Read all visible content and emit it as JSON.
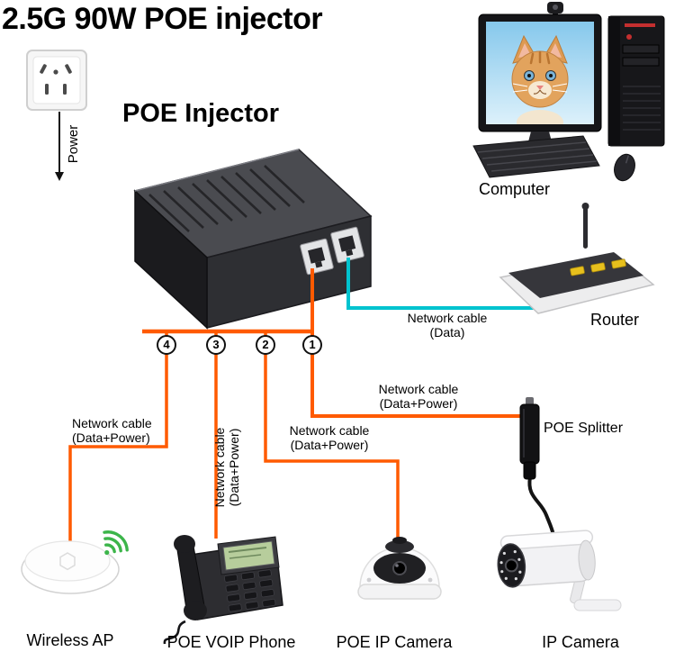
{
  "title": "2.5G 90W POE injector",
  "colors": {
    "power_cable": "#ff5a00",
    "data_cable": "#00c3cf",
    "wifi": "#3cb54a"
  },
  "power_outlet": {
    "label": "Power"
  },
  "injector": {
    "label": "POE Injector"
  },
  "computer": {
    "label": "Computer"
  },
  "router": {
    "label": "Router"
  },
  "splitter": {
    "label": "POE Splitter"
  },
  "cable_labels": {
    "data": {
      "line1": "Network cable",
      "line2": "(Data)"
    },
    "data_power": {
      "line1": "Network cable",
      "line2": "(Data+Power)"
    }
  },
  "ports": {
    "p1": "1",
    "p2": "2",
    "p3": "3",
    "p4": "4"
  },
  "devices": {
    "wireless_ap": "Wireless AP",
    "voip_phone": "POE VOIP Phone",
    "poe_ip_camera": "POE IP Camera",
    "ip_camera": "IP Camera"
  }
}
